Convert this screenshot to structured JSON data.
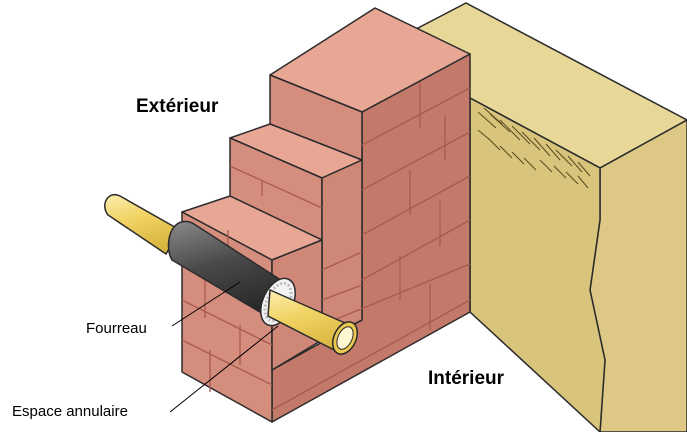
{
  "labels": {
    "exterior": "Extérieur",
    "interior": "Intérieur",
    "sleeve": "Fourreau",
    "annular_space": "Espace annulaire"
  },
  "colors": {
    "brick_front": "#d58e7d",
    "brick_top": "#e8a795",
    "brick_side": "#c47a6a",
    "mortar": "#a85a4e",
    "wall_top": "#e7d898",
    "wall_side": "#ddc985",
    "pipe": "#f2d466",
    "sleeve": "#555555",
    "outline": "#2b2b2b"
  }
}
